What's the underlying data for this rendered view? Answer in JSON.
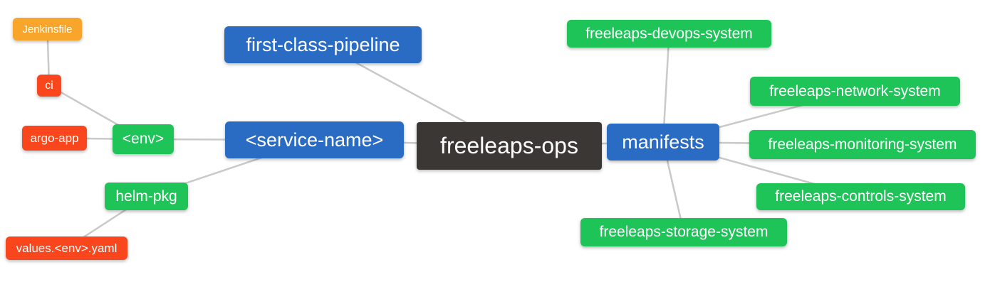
{
  "diagram": {
    "type": "mindmap",
    "background": "#ffffff",
    "edge_color": "#c9c9c9",
    "colors": {
      "dark": "#3b3734",
      "blue": "#2a6cc4",
      "green": "#1fc459",
      "red": "#fa461c",
      "orange": "#f8a62b"
    },
    "nodes": {
      "freeleaps-ops": {
        "label": "freeleaps-ops",
        "color": "dark"
      },
      "first-class-pipeline": {
        "label": "first-class-pipeline",
        "color": "blue"
      },
      "service-name": {
        "label": "<service-name>",
        "color": "blue"
      },
      "manifests": {
        "label": "manifests",
        "color": "blue"
      },
      "env": {
        "label": "<env>",
        "color": "green"
      },
      "helm-pkg": {
        "label": "helm-pkg",
        "color": "green"
      },
      "ci": {
        "label": "ci",
        "color": "red"
      },
      "argo-app": {
        "label": "argo-app",
        "color": "red"
      },
      "jenkinsfile": {
        "label": "Jenkinsfile",
        "color": "orange"
      },
      "values-env-yaml": {
        "label": "values.<env>.yaml",
        "color": "red"
      },
      "freeleaps-devops-system": {
        "label": "freeleaps-devops-system",
        "color": "green"
      },
      "freeleaps-network-system": {
        "label": "freeleaps-network-system",
        "color": "green"
      },
      "freeleaps-monitoring-system": {
        "label": "freeleaps-monitoring-system",
        "color": "green"
      },
      "freeleaps-controls-system": {
        "label": "freeleaps-controls-system",
        "color": "green"
      },
      "freeleaps-storage-system": {
        "label": "freeleaps-storage-system",
        "color": "green"
      }
    },
    "edges": [
      [
        "jenkinsfile",
        "ci"
      ],
      [
        "ci",
        "env"
      ],
      [
        "argo-app",
        "env"
      ],
      [
        "env",
        "service-name"
      ],
      [
        "service-name",
        "helm-pkg"
      ],
      [
        "helm-pkg",
        "values-env-yaml"
      ],
      [
        "first-class-pipeline",
        "freeleaps-ops"
      ],
      [
        "service-name",
        "freeleaps-ops"
      ],
      [
        "freeleaps-ops",
        "manifests"
      ],
      [
        "manifests",
        "freeleaps-devops-system"
      ],
      [
        "manifests",
        "freeleaps-network-system"
      ],
      [
        "manifests",
        "freeleaps-monitoring-system"
      ],
      [
        "manifests",
        "freeleaps-controls-system"
      ],
      [
        "manifests",
        "freeleaps-storage-system"
      ]
    ]
  }
}
